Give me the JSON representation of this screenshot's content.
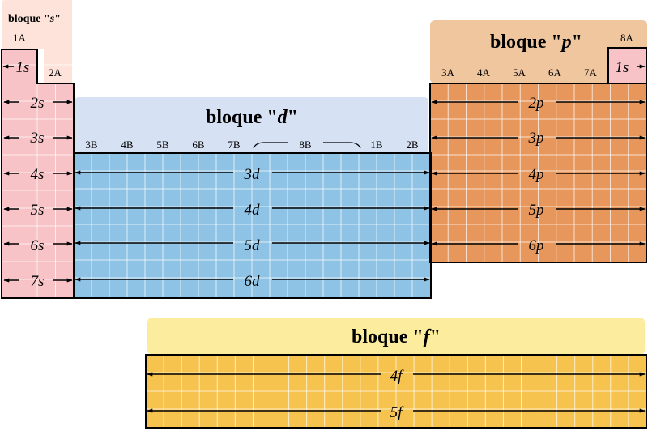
{
  "blocks": {
    "s": {
      "title": {
        "word": "bloque \"",
        "letter": "s",
        "end": "\""
      },
      "groups": [
        "1A",
        "2A"
      ],
      "orbitals": [
        "1s",
        "2s",
        "3s",
        "4s",
        "5s",
        "6s",
        "7s"
      ],
      "colors": {
        "header": "#fde3da",
        "fill": "#f7c3c7",
        "grid": "#ffffff"
      }
    },
    "d": {
      "title": {
        "word": "bloque \"",
        "letter": "d",
        "end": "\""
      },
      "groups": [
        "3B",
        "4B",
        "5B",
        "6B",
        "7B",
        "8B",
        "1B",
        "2B"
      ],
      "orbitals": [
        "3d",
        "4d",
        "5d",
        "6d"
      ],
      "colors": {
        "header": "#d6e1f3",
        "fill": "#8ec3e6",
        "grid": "#ffffff"
      }
    },
    "p": {
      "title": {
        "word": "bloque \"",
        "letter": "p",
        "end": "\""
      },
      "groups": [
        "3A",
        "4A",
        "5A",
        "6A",
        "7A",
        "8A"
      ],
      "orbitals": [
        "1s",
        "2p",
        "3p",
        "4p",
        "5p",
        "6p"
      ],
      "colors": {
        "header": "#f0c69f",
        "fill": "#e7975c",
        "grid": "#ffffff"
      }
    },
    "f": {
      "title": {
        "word": "bloque \"",
        "letter": "f",
        "end": "\""
      },
      "orbitals": [
        "4f",
        "5f"
      ],
      "colors": {
        "header": "#fcec9e",
        "fill": "#f6c34f",
        "grid": "#ffffff"
      }
    }
  },
  "colors": {
    "outline": "#000000",
    "arrow": "#000000",
    "text": "#000000"
  }
}
